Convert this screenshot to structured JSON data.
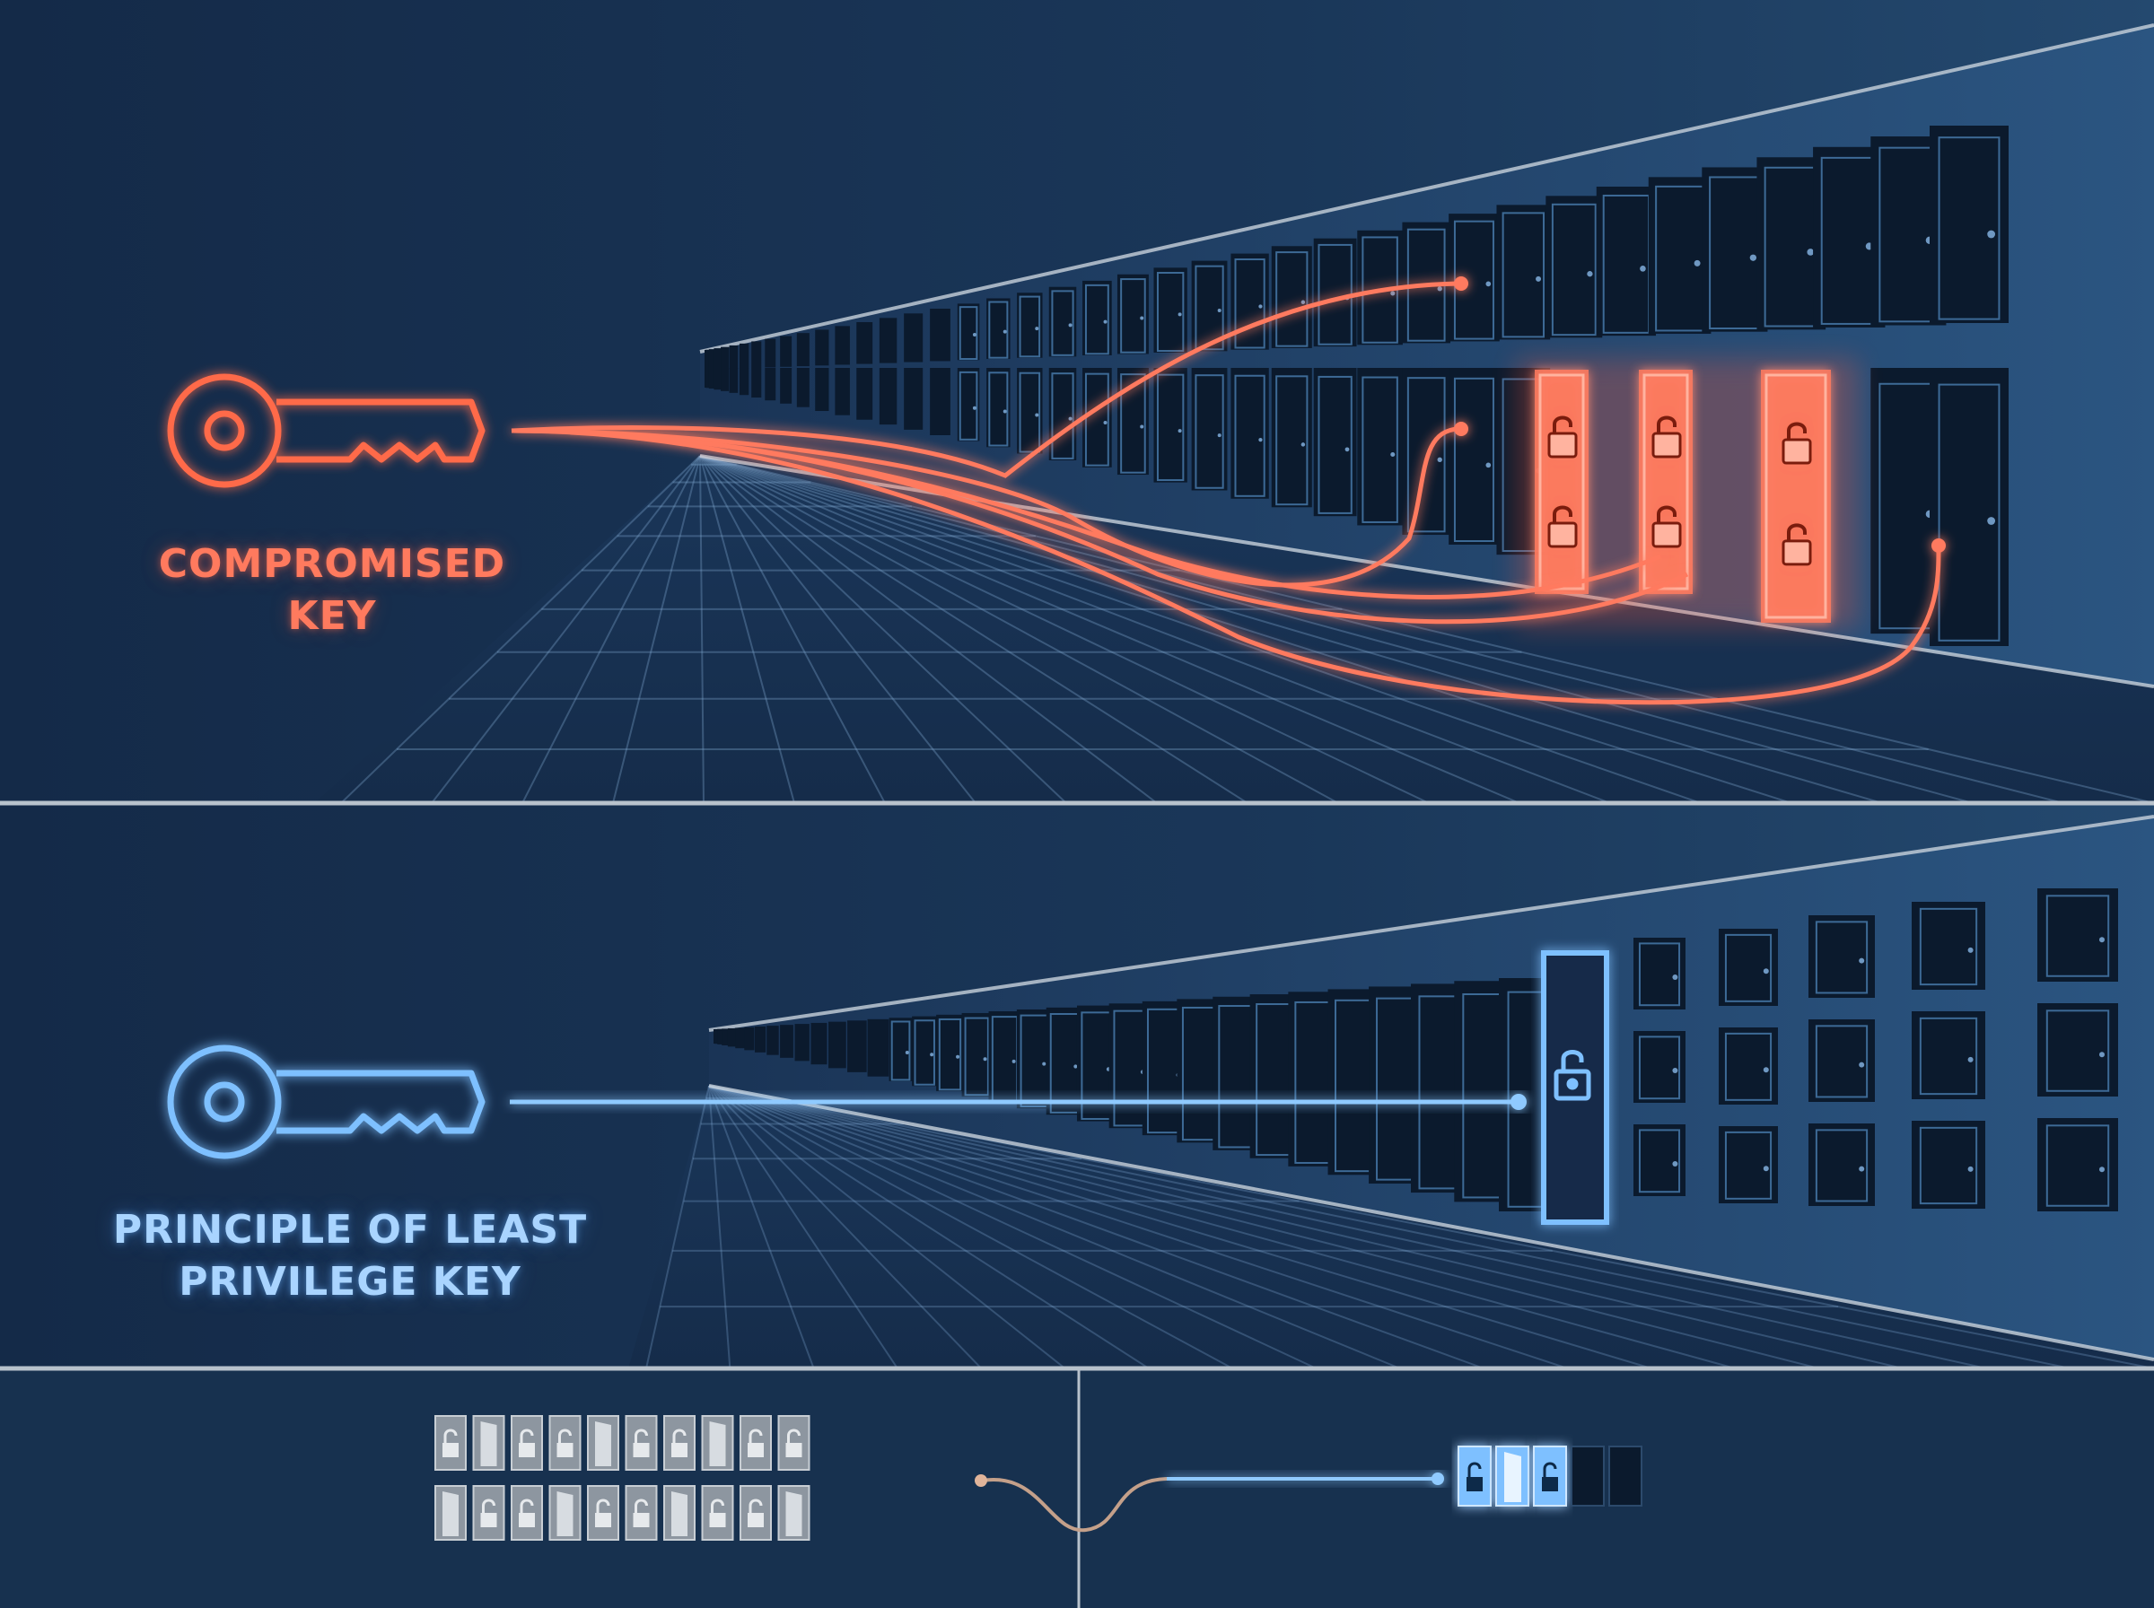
{
  "panels": {
    "compromised": {
      "label_lines": [
        "COMPROMISED",
        "KEY"
      ],
      "accent_color": "#ff6a4a"
    },
    "least_privilege": {
      "label_lines": [
        "PRINCIPLE OF LEAST",
        "PRIVILEGE KEY"
      ],
      "accent_color": "#7ec0ff"
    }
  },
  "colors": {
    "background": "#17304f",
    "background_light": "#234a73",
    "door_fill": "#0b1a2d",
    "divider": "#b8c2cc",
    "muted_gray": "#9aa3ad"
  },
  "icons": {
    "key": "key-icon",
    "door": "door-icon",
    "padlock_open": "open-padlock-icon",
    "open_door": "open-door-icon"
  }
}
